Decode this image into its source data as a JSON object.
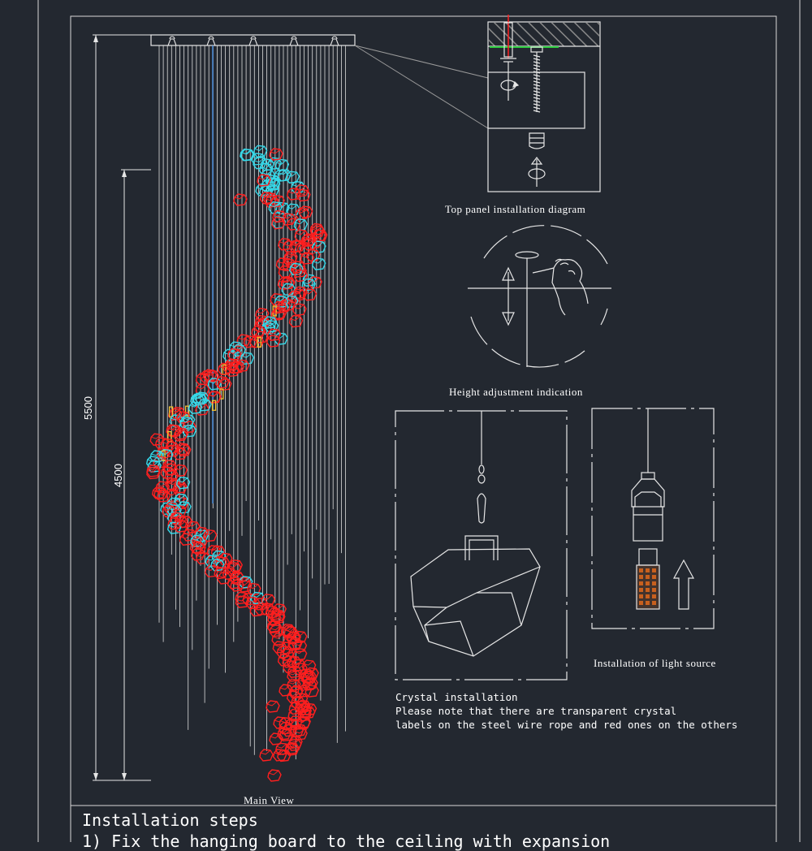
{
  "labels": {
    "top_panel": "Top panel installation diagram",
    "height_adjust": "Height adjustment indication",
    "light_source": "Installation of light source",
    "crystal_title": "Crystal installation",
    "crystal_note_1": "Please note that there are transparent crystal",
    "crystal_note_2": "labels on the steel wire rope and red ones on the others",
    "main_view": "Main View"
  },
  "dimensions": {
    "overall_height": "5500",
    "crystal_height": "4500"
  },
  "steps": {
    "title": "Installation steps",
    "first_line": "1) Fix the hanging board to the ceiling with expansion"
  },
  "colors": {
    "background": "#232830",
    "line": "#e6e6e6",
    "crystal_red": "#ff1f1f",
    "crystal_cyan": "#35d8e8",
    "crystal_yellow": "#f2c230",
    "hatch": "#8a8a8a",
    "ceiling_green": "#2ecc40",
    "anchor_red": "#ff2020",
    "wire_blue": "#4a90e2",
    "bulb_brown": "#c8601e"
  }
}
